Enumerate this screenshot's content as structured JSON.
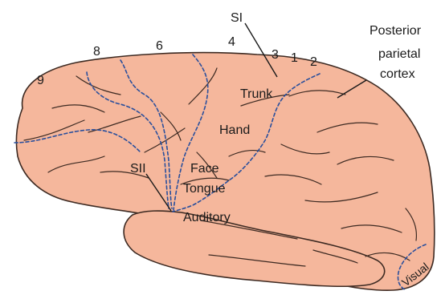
{
  "diagram": {
    "colors": {
      "brain_fill": "#f5b79c",
      "brain_stroke": "#3d2a22",
      "boundary_dashed": "#2a4f9c",
      "label_text": "#1a1a1a"
    },
    "area_numbers": [
      "9",
      "8",
      "6",
      "4",
      "3",
      "1",
      "2"
    ],
    "labels": {
      "si": "SI",
      "sii": "SII",
      "posterior_parietal": [
        "Posterior",
        "parietal",
        "cortex"
      ],
      "trunk": "Trunk",
      "hand": "Hand",
      "face": "Face",
      "tongue": "Tongue",
      "auditory": "Auditory",
      "visual": "Visual"
    }
  }
}
